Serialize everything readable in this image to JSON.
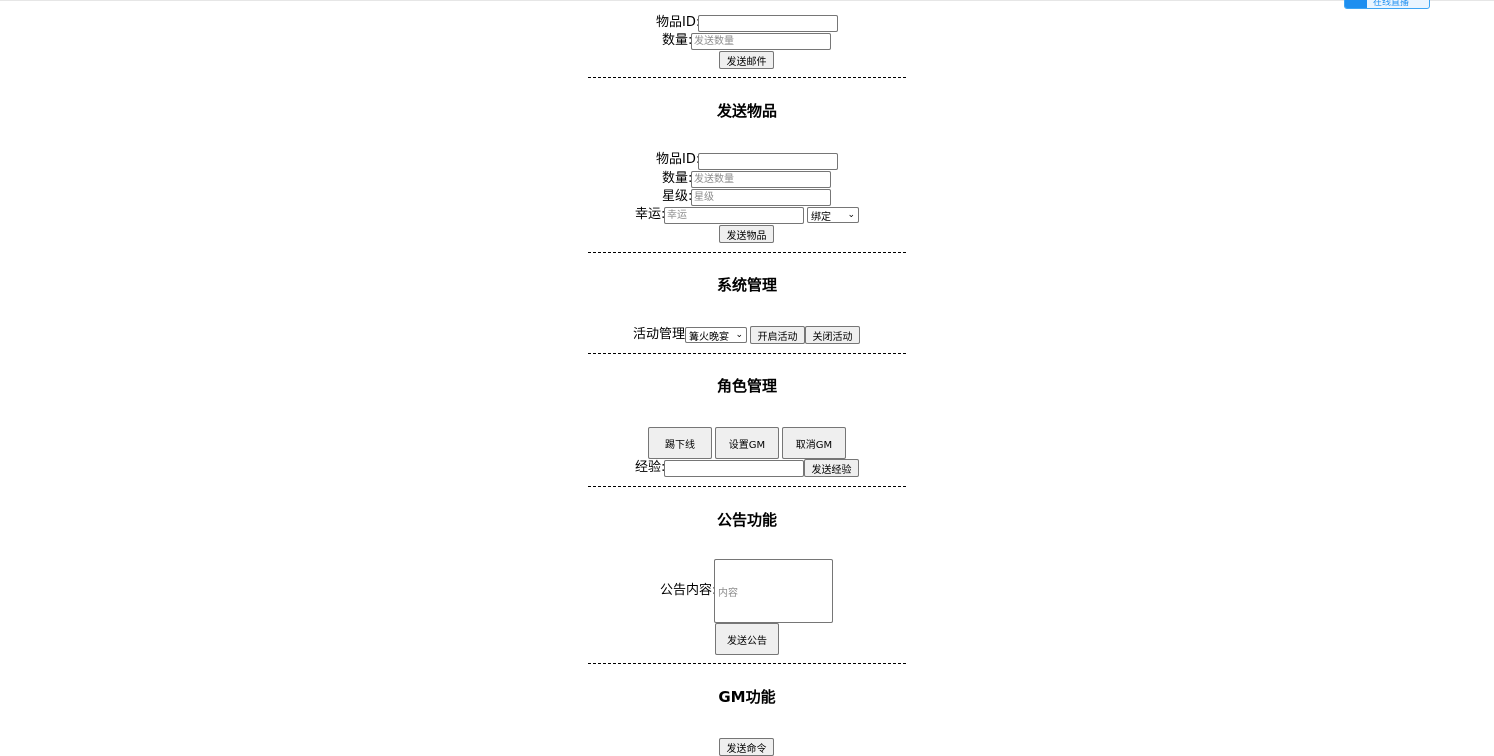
{
  "corner_badge": {
    "text": "在线直播"
  },
  "mail": {
    "item_id_label": "物品ID:",
    "qty_label": "数量:",
    "qty_placeholder": "发送数量",
    "send_button": "发送邮件"
  },
  "send_item": {
    "title": "发送物品",
    "item_id_label": "物品ID:",
    "qty_label": "数量:",
    "qty_placeholder": "发送数量",
    "star_label": "星级:",
    "star_placeholder": "星级",
    "luck_label": "幸运:",
    "luck_placeholder": "幸运",
    "bind_select": "绑定",
    "send_button": "发送物品"
  },
  "system": {
    "title": "系统管理",
    "activity_label": "活动管理",
    "activity_select": "篝火晚宴",
    "open_button": "开启活动",
    "close_button": "关闭活动"
  },
  "role": {
    "title": "角色管理",
    "kick_button": "踢下线",
    "set_gm_button": "设置GM",
    "cancel_gm_button": "取消GM",
    "exp_label": "经验:",
    "send_exp_button": "发送经验"
  },
  "notice": {
    "title": "公告功能",
    "content_label": "公告内容:",
    "content_placeholder": "内容",
    "send_button": "发送公告"
  },
  "gm": {
    "title": "GM功能",
    "send_command_button": "发送命令"
  }
}
